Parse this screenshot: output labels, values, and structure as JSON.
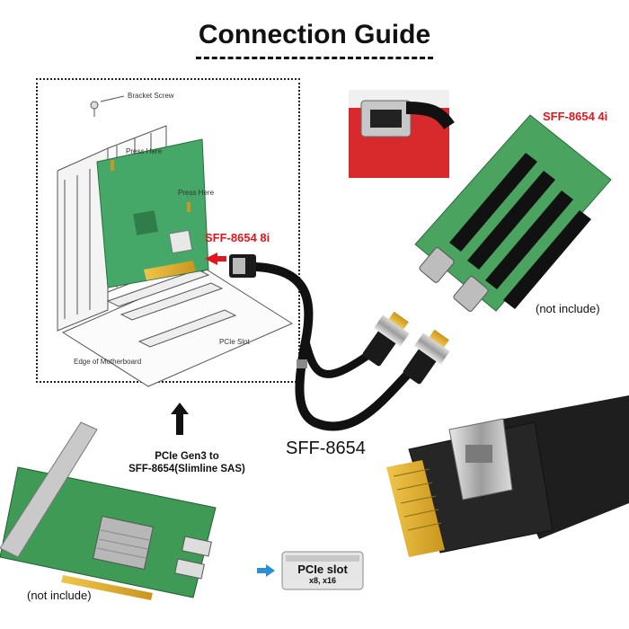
{
  "title": "Connection Guide",
  "install_diagram": {
    "bracket_screw": "Bracket Screw",
    "press_here_1": "Press Here",
    "press_here_2": "Press Here",
    "pcie_slot": "PCIe Slot",
    "motherboard": "Edge of Motherboard"
  },
  "labels": {
    "sff_8i": "SFF-8654 8i",
    "sff_4i": "SFF-8654 4i",
    "cable": "SFF-8654",
    "not_include_right": "(not include)",
    "not_include_left": "(not include)",
    "card_title_line1": "PCIe Gen3 to",
    "card_title_line2": "SFF-8654(Slimline SAS)",
    "slot_title": "PCIe slot",
    "slot_sub": "x8, x16"
  },
  "colors": {
    "accent_red": "#e3161d",
    "pcb_green": "#3f9a55",
    "connector_gold": "#e2b43a",
    "arrow_blue": "#2a8fd8"
  },
  "icons": {
    "up_arrow": "arrow-up-icon",
    "right_arrow": "arrow-right-icon"
  }
}
